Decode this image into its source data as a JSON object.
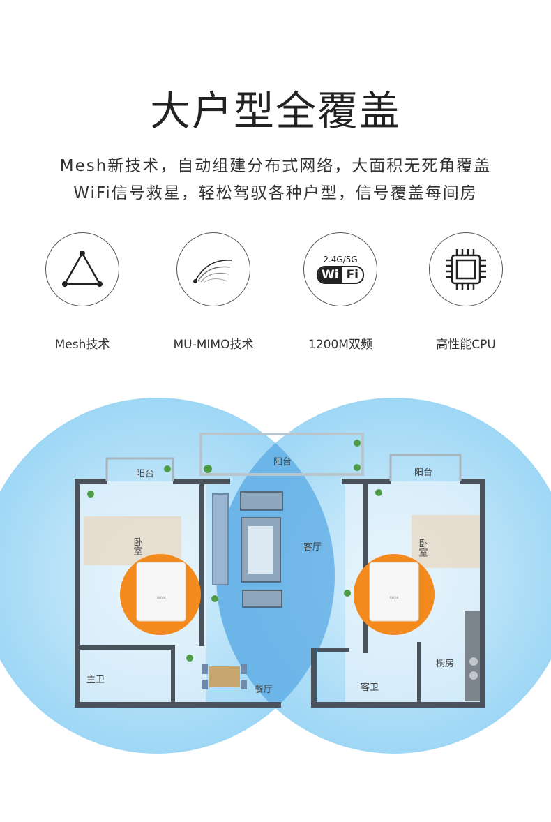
{
  "header": {
    "title": "大户型全覆盖",
    "line1": "Mesh新技术，自动组建分布式网络，大面积无死角覆盖",
    "line2": "WiFi信号救星，轻松驾驭各种户型，信号覆盖每间房"
  },
  "features": [
    {
      "label": "Mesh技术",
      "icon": "triangle-network-icon"
    },
    {
      "label": "MU-MIMO技术",
      "icon": "signal-arcs-icon"
    },
    {
      "label": "1200M双频",
      "icon": "wifi-badge-icon",
      "badge_top": "2.4G/5G",
      "badge_wi": "Wi",
      "badge_fi": "Fi"
    },
    {
      "label": "高性能CPU",
      "icon": "cpu-chip-icon"
    }
  ],
  "floorplan": {
    "rooms": {
      "balcony_left": "阳台",
      "balcony_center": "阳台",
      "balcony_right": "阳台",
      "bedroom_left": "卧室",
      "bedroom_right": "卧室",
      "living": "客厅",
      "master_bath": "主卫",
      "dining": "餐厅",
      "guest_bath": "客卫",
      "kitchen": "橱房"
    },
    "device_brand": "nova",
    "colors": {
      "coverage": "#8fd2f5",
      "coverage_overlap": "#5aa9e4",
      "wall": "#4a535c",
      "device_halo": "#f28a1e"
    }
  }
}
